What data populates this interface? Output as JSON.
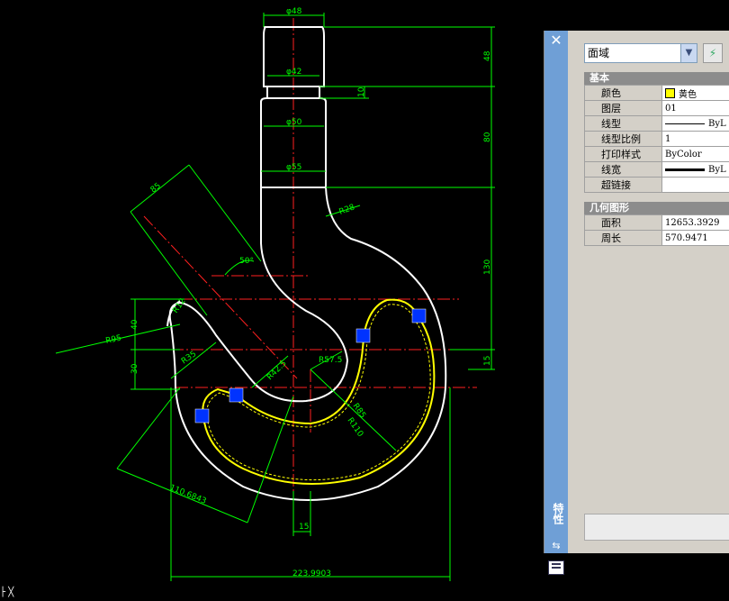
{
  "dimensions": {
    "d48_top": "φ48",
    "d42": "φ42",
    "d50": "φ50",
    "d55": "φ55",
    "v48": "48",
    "v10": "10",
    "v80": "80",
    "v130": "130",
    "v15": "15",
    "v40": "40",
    "v30": "30",
    "r28": "R28",
    "r85": "85",
    "r95": "R95",
    "r35": "R35",
    "r42_5": "R42.5",
    "r57_5": "R57.5",
    "r85b": "R85",
    "r110": "R110",
    "r12": "R12",
    "a50": "50°",
    "w110": "110.6843",
    "w15": "15",
    "w223": "223.9903"
  },
  "panel": {
    "close_glyph": "✕",
    "title": "特性",
    "object_type": "面域",
    "sections": {
      "basic": "基本",
      "geometry": "几何图形"
    },
    "basic": {
      "color_label": "颜色",
      "color_value": "黄色",
      "layer_label": "图层",
      "layer_value": "01",
      "linetype_label": "线型",
      "linetype_value": "ByL",
      "ltscale_label": "线型比例",
      "ltscale_value": "1",
      "plotstyle_label": "打印样式",
      "plotstyle_value": "ByColor",
      "lineweight_label": "线宽",
      "lineweight_value": "ByL",
      "hyperlink_label": "超链接",
      "hyperlink_value": ""
    },
    "geometry": {
      "area_label": "面积",
      "area_value": "12653.3929",
      "perimeter_label": "周长",
      "perimeter_value": "570.9471"
    }
  },
  "colors": {
    "background": "#000000",
    "outline": "#ffffff",
    "selected": "#ffff00",
    "grip": "#0033ff",
    "dimension": "#00ff00",
    "centerline": "#ff0000"
  }
}
